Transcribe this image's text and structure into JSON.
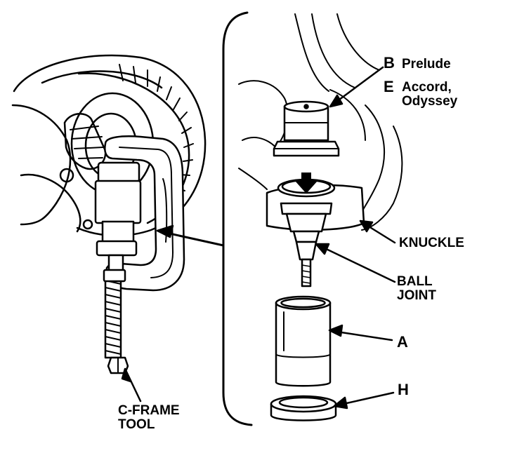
{
  "labels": {
    "b_letter": "B",
    "b_text": "Prelude",
    "e_letter": "E",
    "e_text_line1": "Accord,",
    "e_text_line2": "Odyssey",
    "knuckle": "KNUCKLE",
    "ball_joint_line1": "BALL",
    "ball_joint_line2": "JOINT",
    "a": "A",
    "h": "H",
    "cframe_line1": "C-FRAME",
    "cframe_line2": "TOOL"
  },
  "colors": {
    "ink": "#000000",
    "paper": "#ffffff"
  }
}
